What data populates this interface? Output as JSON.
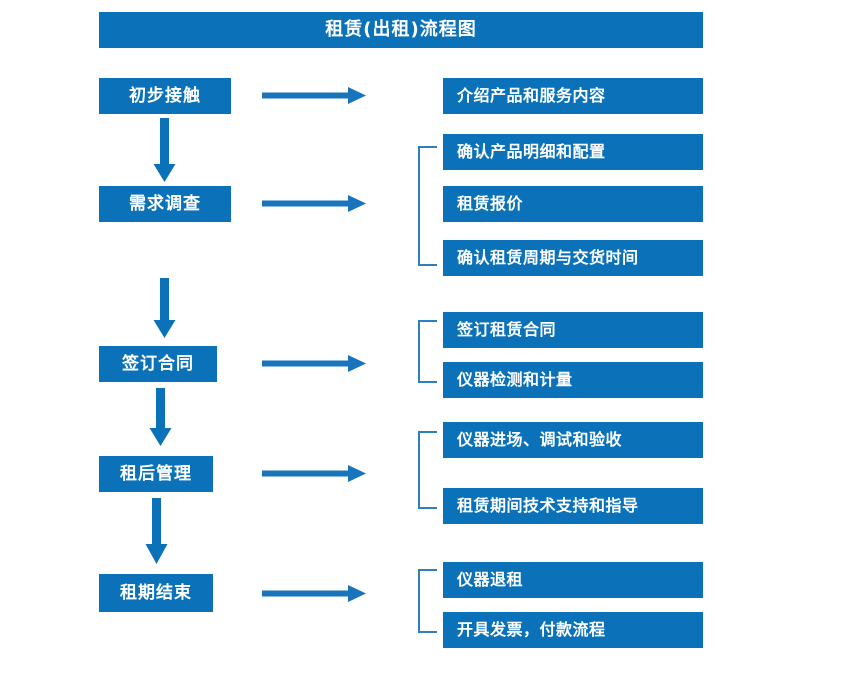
{
  "diagram": {
    "title": "租赁(出租)流程图",
    "accent_color": "#0b72b9",
    "text_color": "#ffffff",
    "background_color": "#ffffff",
    "bracket_color": "#2f7fbf",
    "stages": [
      {
        "id": "stage-1",
        "label": "初步接触",
        "details": [
          "介绍产品和服务内容"
        ]
      },
      {
        "id": "stage-2",
        "label": "需求调查",
        "details": [
          "确认产品明细和配置",
          "租赁报价",
          "确认租赁周期与交货时间"
        ]
      },
      {
        "id": "stage-3",
        "label": "签订合同",
        "details": [
          "签订租赁合同",
          "仪器检测和计量"
        ]
      },
      {
        "id": "stage-4",
        "label": "租后管理",
        "details": [
          "仪器进场、调试和验收",
          "租赁期间技术支持和指导"
        ]
      },
      {
        "id": "stage-5",
        "label": "租期结束",
        "details": [
          "仪器退租",
          "开具发票，付款流程"
        ]
      }
    ]
  }
}
